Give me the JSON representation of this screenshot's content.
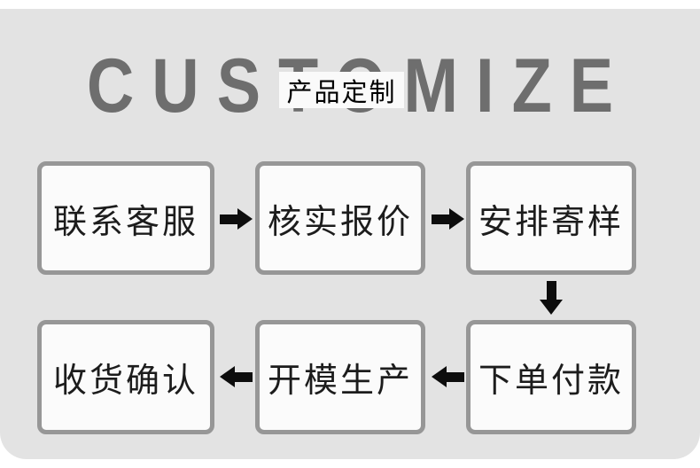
{
  "header": {
    "background_word": "CUSTOMIZE",
    "label": "产品定制"
  },
  "flow": {
    "steps": [
      {
        "label": "联系客服"
      },
      {
        "label": "核实报价"
      },
      {
        "label": "安排寄样"
      },
      {
        "label": "下单付款"
      },
      {
        "label": "开模生产"
      },
      {
        "label": "收货确认"
      }
    ]
  },
  "colors": {
    "page_background": "#ffffff",
    "panel_background": "#e3e3e3",
    "background_word": "#6e6e6e",
    "box_border": "#979797",
    "box_fill": "#fbfbfb",
    "box_text": "#1c1c1c",
    "arrow": "#0d0d0d",
    "label_background": "#fafafa",
    "label_text": "#000000"
  }
}
